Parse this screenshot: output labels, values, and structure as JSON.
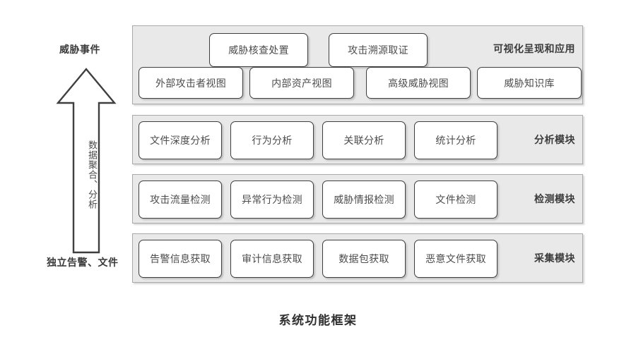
{
  "caption": "系统功能框架",
  "flow": {
    "top_label": "威胁事件",
    "bottom_label": "独立告警、文件",
    "arrow_label": "数据聚合、分析",
    "arrow_direction": "up"
  },
  "layers": [
    {
      "id": "visualization",
      "module_label": "可视化呈现和应用",
      "top_boxes": [
        {
          "label": "威胁核查处置"
        },
        {
          "label": "攻击溯源取证"
        }
      ],
      "boxes": [
        {
          "label": "外部攻击者视图"
        },
        {
          "label": "内部资产视图"
        },
        {
          "label": "高级威胁视图"
        },
        {
          "label": "威胁知识库"
        }
      ]
    },
    {
      "id": "analysis",
      "module_label": "分析模块",
      "boxes": [
        {
          "label": "文件深度分析"
        },
        {
          "label": "行为分析"
        },
        {
          "label": "关联分析"
        },
        {
          "label": "统计分析"
        }
      ]
    },
    {
      "id": "detection",
      "module_label": "检测模块",
      "boxes": [
        {
          "label": "攻击流量检测"
        },
        {
          "label": "异常行为检测"
        },
        {
          "label": "威胁情报检测"
        },
        {
          "label": "文件检测"
        }
      ]
    },
    {
      "id": "collection",
      "module_label": "采集模块",
      "boxes": [
        {
          "label": "告警信息获取"
        },
        {
          "label": "审计信息获取"
        },
        {
          "label": "数据包获取"
        },
        {
          "label": "恶意文件获取"
        }
      ]
    }
  ],
  "colors": {
    "panel_fill": "#e9e9e9",
    "panel_border": "#a9a9a9",
    "box_fill": "#ffffff",
    "box_border": "#3f3f3f",
    "text": "#4c4c4c",
    "label_text": "#3b3b3b",
    "background": "#ffffff"
  }
}
